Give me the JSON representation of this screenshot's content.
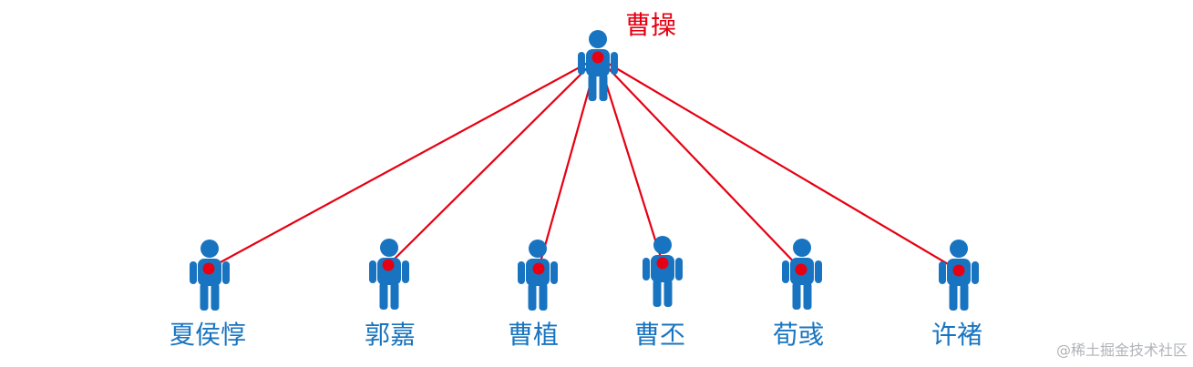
{
  "diagram": {
    "root": {
      "name": "曹操",
      "color": "#e60012"
    },
    "children": [
      {
        "name": "夏侯惇"
      },
      {
        "name": "郭嘉"
      },
      {
        "name": "曹植"
      },
      {
        "name": "曹丕"
      },
      {
        "name": "荀彧"
      },
      {
        "name": "许褚"
      }
    ],
    "person_icon_color": "#1874c0",
    "connector_color": "#e60012"
  },
  "watermark": "@稀土掘金技术社区"
}
